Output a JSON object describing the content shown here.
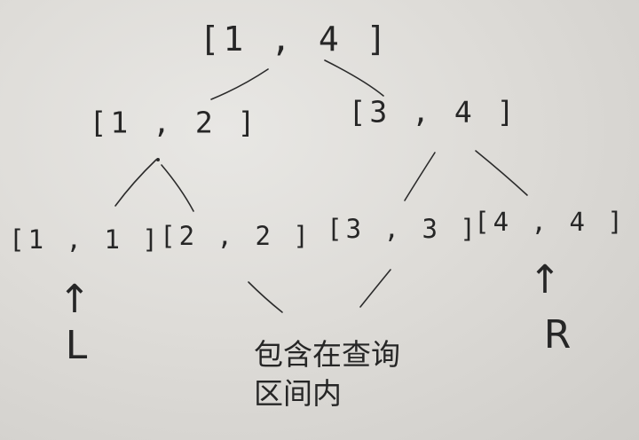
{
  "tree": {
    "nodes": [
      {
        "id": "n14",
        "label": "[1 , 4 ]"
      },
      {
        "id": "n12",
        "label": "[1 , 2 ]"
      },
      {
        "id": "n34",
        "label": "[3 , 4 ]"
      },
      {
        "id": "n11",
        "label": "[1 , 1 ]"
      },
      {
        "id": "n22",
        "label": "[2 , 2 ]"
      },
      {
        "id": "n33",
        "label": "[3 , 3 ]"
      },
      {
        "id": "n44",
        "label": "[4 , 4 ]"
      }
    ],
    "edges": [
      {
        "from": "n14",
        "to": "n12"
      },
      {
        "from": "n14",
        "to": "n34"
      },
      {
        "from": "n12",
        "to": "n11"
      },
      {
        "from": "n12",
        "to": "n22"
      },
      {
        "from": "n34",
        "to": "n33"
      },
      {
        "from": "n34",
        "to": "n44"
      }
    ]
  },
  "pointers": {
    "left": {
      "arrow": "↑",
      "label": "L"
    },
    "right": {
      "arrow": "↑",
      "label": "R"
    }
  },
  "annotation": {
    "line1": "包含在查询",
    "line2": "区间内"
  },
  "colors": {
    "ink": "#262626",
    "paper": "#dedcd8"
  }
}
